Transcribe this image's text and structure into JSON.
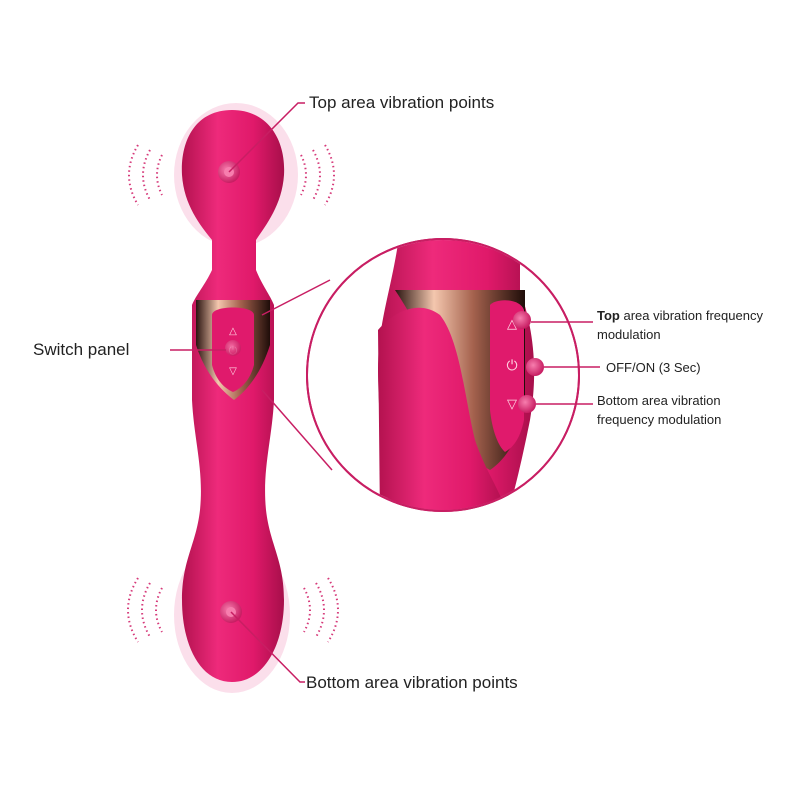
{
  "labels": {
    "top_points": "Top area vibration points",
    "switch_panel": "Switch panel",
    "bottom_points": "Bottom area vibration points",
    "top_freq_bold": "Top",
    "top_freq_rest": " area vibration frequency",
    "top_freq_line2": "modulation",
    "off_on": "OFF/ON (3 Sec)",
    "bottom_freq_line1": "Bottom area vibration",
    "bottom_freq_line2": "frequency modulation"
  },
  "colors": {
    "body": "#e01a6c",
    "body_dark": "#b0104f",
    "chrome": "#d9a088",
    "dots": "#d63a7a",
    "leader_lines": "#c81e63"
  },
  "icons": [
    "up-triangle-icon",
    "power-icon",
    "down-triangle-icon"
  ]
}
